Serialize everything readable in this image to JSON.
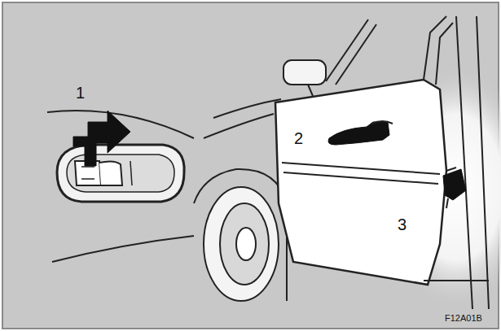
{
  "diagram": {
    "labels": [
      "1",
      "2",
      "3",
      "F12A01B"
    ]
  }
}
